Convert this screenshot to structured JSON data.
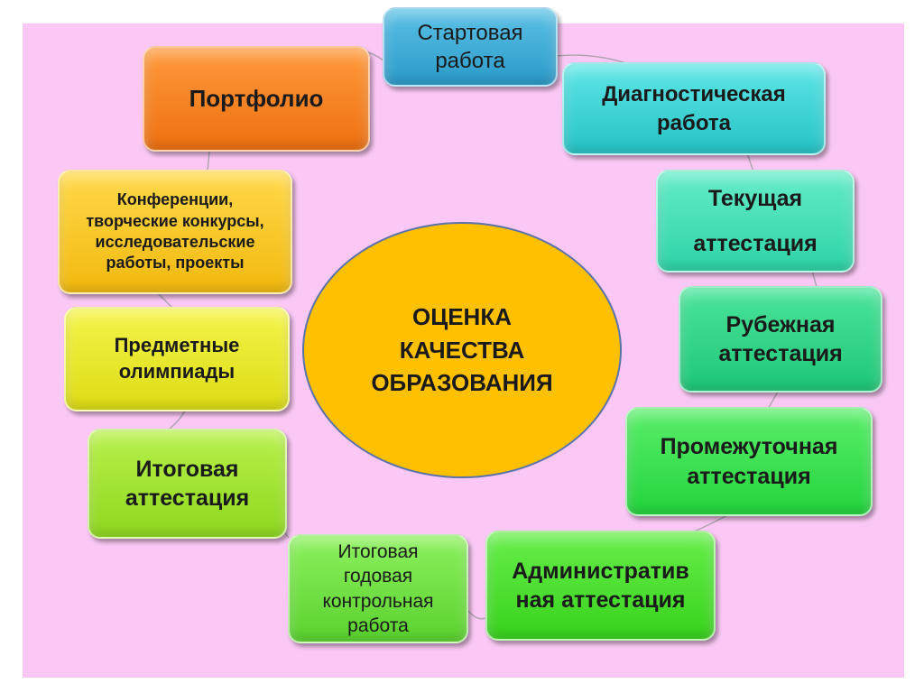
{
  "diagram": {
    "center": {
      "label": "ОЦЕНКА\nКАЧЕСТВА\nОБРАЗОВАНИЯ"
    },
    "nodes": [
      {
        "id": "start",
        "label": "Стартовая\nработа"
      },
      {
        "id": "diag",
        "label": "Диагностическая\nработа"
      },
      {
        "id": "tek",
        "label": "Текущая\nаттестация"
      },
      {
        "id": "rub",
        "label": "Рубежная\nаттестация"
      },
      {
        "id": "prom",
        "label": "Промежуточная\nаттестация"
      },
      {
        "id": "adm",
        "label": "Административ\nная аттестация"
      },
      {
        "id": "igk",
        "label": "Итоговая\nгодовая\nконтрольная\nработа"
      },
      {
        "id": "itog",
        "label": "Итоговая\nаттестация"
      },
      {
        "id": "olimp",
        "label": "Предметные\nолимпиады"
      },
      {
        "id": "konf",
        "label": "Конференции,\nтворческие конкурсы,\nисследовательские\nработы, проекты"
      },
      {
        "id": "port",
        "label": "Портфолио"
      }
    ],
    "colors": {
      "background": "#fbc8f5",
      "center_fill": "#ffc000",
      "center_border": "#5b73a8",
      "connector": "#b0a4b4"
    }
  }
}
